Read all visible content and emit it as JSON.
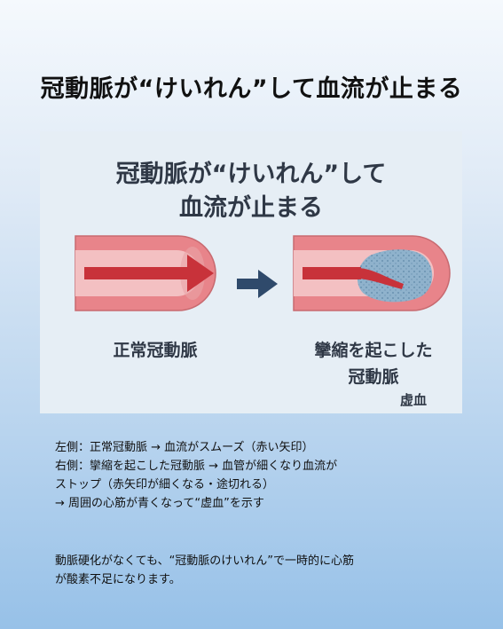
{
  "page_title": "冠動脈が“けいれん”して血流が止まる",
  "panel": {
    "title_line1": "冠動脈が“けいれん”して",
    "title_line2": "血流が止まる",
    "normal_label": "正常冠動脈",
    "spasm_label_line1": "攣縮を起こした",
    "spasm_label_line2": "冠動脈",
    "ischemia_label": "虚血"
  },
  "notes": [
    "左側：正常冠動脈 → 血流がスムーズ（赤い矢印）",
    "右側：攣縮を起こした冠動脈 → 血管が細くなり血流が",
    "ストップ（赤矢印が細くなる・途切れる）",
    "→ 周囲の心筋が青くなって“虚血”を示す"
  ],
  "summary": [
    "動脈硬化がなくても、“冠動脈のけいれん”で一時的に心筋",
    "が酸素不足になります。"
  ],
  "colors": {
    "vessel_outer": "#e8848a",
    "vessel_inner": "#f3c0c2",
    "arrow_red": "#c8323a",
    "connector_arrow": "#2f4a6b",
    "ischemia_blue": "#8fb2cc"
  }
}
